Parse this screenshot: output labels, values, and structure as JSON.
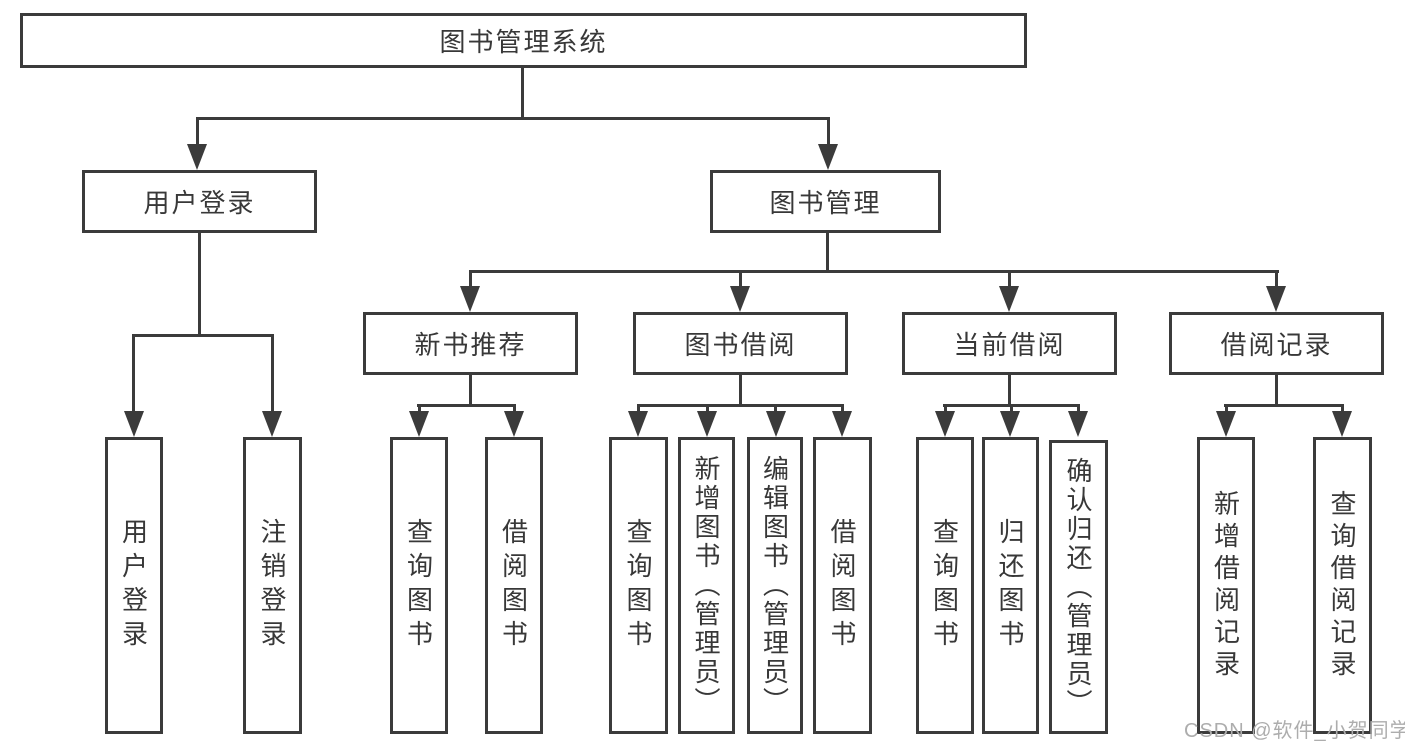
{
  "colors": {
    "line": "#3b3b3b",
    "text": "#383838",
    "background": "#ffffff",
    "watermark": "#adadad"
  },
  "watermark": "CSDN @软件_小贺同学",
  "tree": {
    "root": {
      "label": "图书管理系统"
    },
    "branches": [
      {
        "label": "用户登录",
        "children": [
          {
            "label": "用户登录"
          },
          {
            "label": "注销登录"
          }
        ]
      },
      {
        "label": "图书管理",
        "children": [
          {
            "label": "新书推荐",
            "children": [
              {
                "label": "查询图书"
              },
              {
                "label": "借阅图书"
              }
            ]
          },
          {
            "label": "图书借阅",
            "children": [
              {
                "label": "查询图书"
              },
              {
                "label": "新增图书（管理员）"
              },
              {
                "label": "编辑图书（管理员）"
              },
              {
                "label": "借阅图书"
              }
            ]
          },
          {
            "label": "当前借阅",
            "children": [
              {
                "label": "查询图书"
              },
              {
                "label": "归还图书"
              },
              {
                "label": "确认归还（管理员）"
              }
            ]
          },
          {
            "label": "借阅记录",
            "children": [
              {
                "label": "新增借阅记录"
              },
              {
                "label": "查询借阅记录"
              }
            ]
          }
        ]
      }
    ]
  }
}
